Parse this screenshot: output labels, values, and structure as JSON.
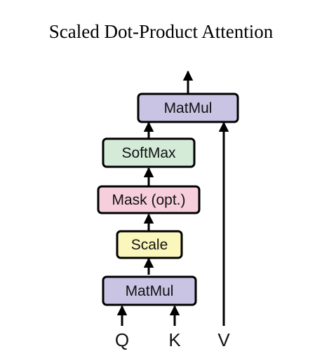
{
  "diagram": {
    "title": "Scaled Dot-Product Attention",
    "blocks": {
      "matmul_top": "MatMul",
      "softmax": "SoftMax",
      "mask": "Mask (opt.)",
      "scale": "Scale",
      "matmul_bottom": "MatMul"
    },
    "inputs": {
      "q": "Q",
      "k": "K",
      "v": "V"
    },
    "colors": {
      "matmul": "#c9c4e4",
      "softmax": "#d3ebd7",
      "mask": "#f7cfdc",
      "scale": "#fbf6bc",
      "stroke": "#000000"
    }
  }
}
